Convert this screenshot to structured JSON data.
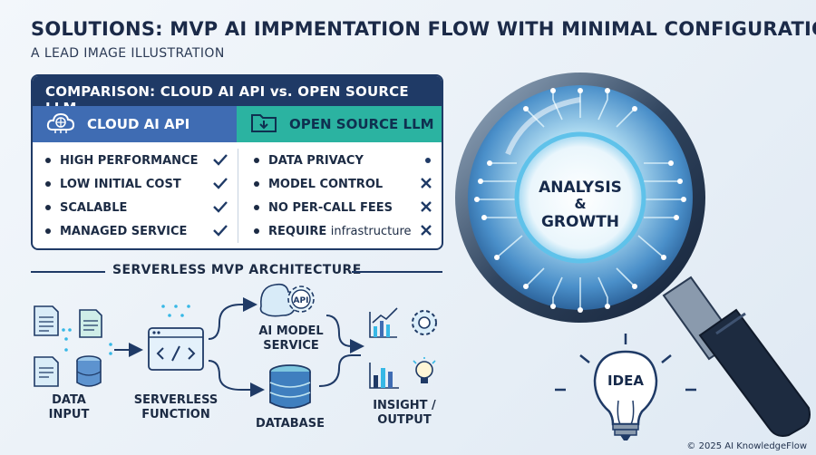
{
  "header": {
    "title": "SOLUTIONS: MVP AI IMPMENTATION FLOW WITH MINIMAL CONFIGURATION",
    "subtitle": "A LEAD IMAGE ILLUSTRATION"
  },
  "comparison": {
    "title": "COMPARISON: CLOUD AI API vs. OPEN SOURCE LLM",
    "cloud": {
      "label": "CLOUD AI API",
      "items": [
        {
          "text": "HIGH PERFORMANCE",
          "mark": "check"
        },
        {
          "text": "LOW INITIAL COST",
          "mark": "check"
        },
        {
          "text": "SCALABLE",
          "mark": "check"
        },
        {
          "text": "MANAGED SERVICE",
          "mark": "check"
        }
      ]
    },
    "open_source": {
      "label": "OPEN SOURCE LLM",
      "items": [
        {
          "text": "DATA PRIVACY",
          "mark": "dot"
        },
        {
          "text": "MODEL CONTROL",
          "mark": "cross"
        },
        {
          "text": "NO PER-CALL FEES",
          "mark": "cross"
        },
        {
          "text_prefix": "REQUIRE",
          "text_suffix": "infrastructure",
          "mark": "cross"
        }
      ]
    }
  },
  "architecture": {
    "title": "SERVERLESS MVP ARCHITECTURE",
    "api_badge": "API",
    "nodes": {
      "data_input": [
        "DATA",
        "INPUT"
      ],
      "serverless": [
        "SERVERLESS",
        "FUNCTION"
      ],
      "ai_model": [
        "AI MODEL",
        "SERVICE"
      ],
      "database": [
        "DATABASE"
      ],
      "insight": [
        "INSIGHT /",
        "OUTPUT"
      ]
    }
  },
  "magnifier": {
    "line1": "ANALYSIS",
    "line2": "&",
    "line3": "GROWTH"
  },
  "idea": {
    "label": "IDEA"
  },
  "footer": {
    "copyright": "© 2025 AI KnowledgeFlow"
  },
  "colors": {
    "navy": "#1f3a66",
    "blue": "#3f6cb3",
    "teal": "#2bb3a1",
    "cyan": "#37b8e6"
  }
}
